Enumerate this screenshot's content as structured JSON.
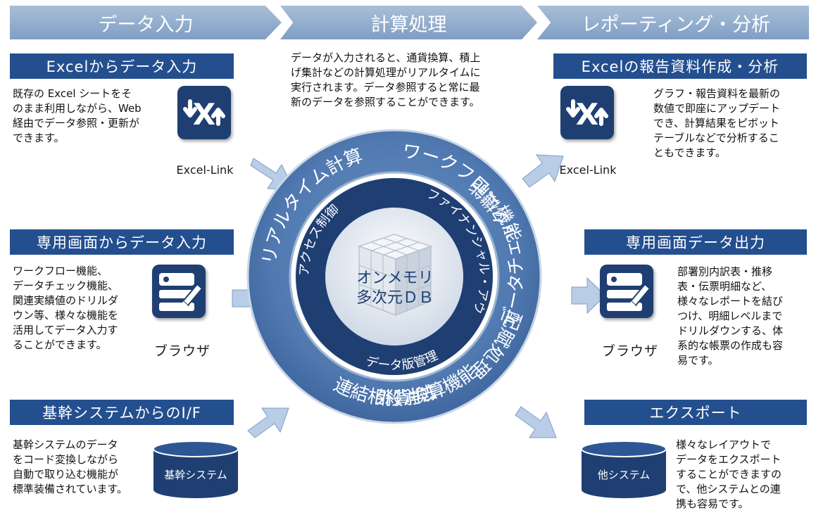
{
  "header": {
    "step1": "データ入力",
    "step2": "計算処理",
    "step3": "レポーティング・分析"
  },
  "left": {
    "excel_title": "Excelからデータ入力",
    "excel_text": [
      "既存の Excel シートをそ",
      "のまま利用しながら、Web",
      "経由でデータ参照・更新が",
      "できます。"
    ],
    "excel_caption": "Excel-Link",
    "browser_title": "専用画面からデータ入力",
    "browser_text": [
      "ワークフロー機能、",
      "データチェック機能、",
      "関連実績値のドリルダ",
      "ウン等、様々な機能を",
      "活用してデータ入力す",
      "ることができます。"
    ],
    "browser_caption": "ブラウザ",
    "core_title": "基幹システムからのI/F",
    "core_text": [
      "基幹システムのデータ",
      "をコード変換しながら",
      "自動で取り込む機能が",
      "標準装備されています。"
    ],
    "core_db_label": "基幹システム"
  },
  "center": {
    "text": [
      "データが入力されると、通貨換算、積上",
      "げ集計などの計算処理がリアルタイムに",
      "実行されます。データ参照すると常に最",
      "新のデータを参照することができます。"
    ],
    "outer_ring": {
      "top_left": "リアルタイム計算",
      "top_right": "ワークフロー機能",
      "right": "配賦処理",
      "bottom_right": "外貨換算機能",
      "bottom": "連結相殺消去",
      "left": "データチェック機能"
    },
    "inner_ring": {
      "top_left": "アクセス制御",
      "right": "ファイナンシャル・アウェアネス",
      "left": "データ版管理"
    },
    "core_label_1": "オンメモリ",
    "core_label_2": "多次元ＤＢ"
  },
  "right": {
    "excel_title": "Excelの報告資料作成・分析",
    "excel_text": [
      "グラフ・報告資料を最新の",
      "数値で即座にアップデート",
      "でき、計算結果をピボット",
      "テーブルなどで分析するこ",
      "ともできます。"
    ],
    "excel_caption": "Excel-Link",
    "output_title": "専用画面データ出力",
    "output_text": [
      "部署別内訳表・推移",
      "表・伝票明細など、",
      "様々なレポートを結び",
      "つけ、明細レベルまで",
      "ドリルダウンする、体",
      "系的な帳票の作成も容",
      "易です。"
    ],
    "output_caption": "ブラウザ",
    "export_title": "エクスポート",
    "export_text": [
      "様々なレイアウトで",
      "データをエクスポート",
      "することができますの",
      "で、他システムとの連",
      "携も容易です。"
    ],
    "other_db_label": "他システム"
  },
  "colors": {
    "navy": "#244f8f",
    "chevron": "#8fabcf",
    "ring": "#4f79b0",
    "arrow": "#b9cde6"
  }
}
